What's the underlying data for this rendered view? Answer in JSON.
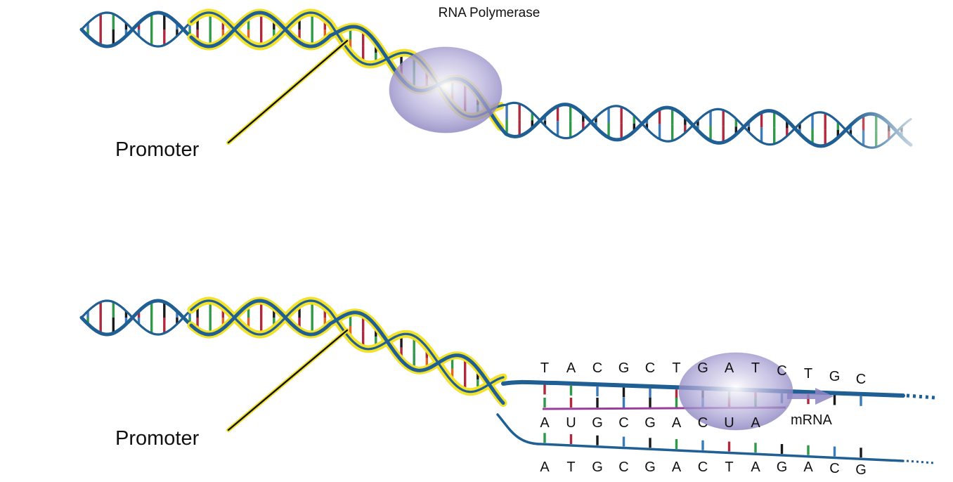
{
  "labels": {
    "enzyme": "RNA Polymerase",
    "promoter_top": "Promoter",
    "promoter_bottom": "Promoter",
    "mrna": "mRNA"
  },
  "sequences": {
    "coding_top": [
      "T",
      "A",
      "C",
      "G",
      "C",
      "T",
      "G",
      "A",
      "T",
      "C",
      "T",
      "G",
      "C"
    ],
    "mrna": [
      "A",
      "U",
      "G",
      "C",
      "G",
      "A",
      "C",
      "U",
      "A"
    ],
    "template_bottom": [
      "A",
      "T",
      "G",
      "C",
      "G",
      "A",
      "C",
      "T",
      "A",
      "G",
      "A",
      "C",
      "G"
    ]
  },
  "colors": {
    "backbone": "#1f5f93",
    "promoter_highlight": "#f2e22a",
    "polymerase": "#8e86c4",
    "mrna": "#9a3e9c",
    "base_red": "#b0283c",
    "base_green": "#2e9a48",
    "base_blue": "#3a7ab8",
    "base_black": "#1a1a1a",
    "base_orange": "#e2641e"
  }
}
